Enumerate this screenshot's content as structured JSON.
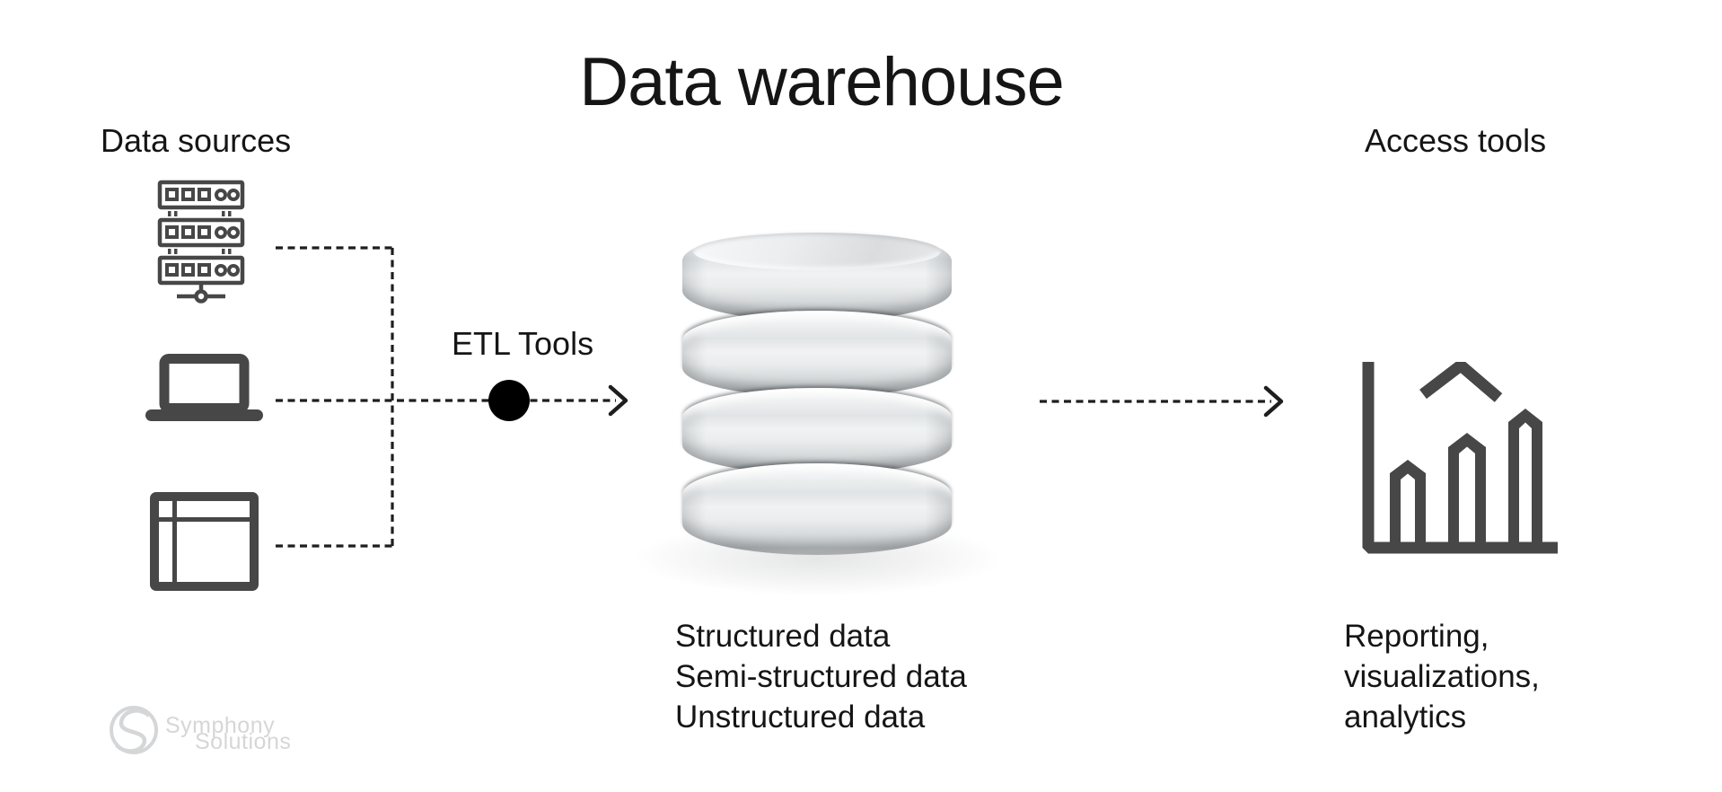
{
  "title": "Data warehouse",
  "sections": {
    "sources": {
      "label": "Data sources"
    },
    "etl": {
      "label": "ETL Tools"
    },
    "warehouse": {
      "lines": [
        "Structured data",
        "Semi-structured data",
        "Unstructured data"
      ]
    },
    "access": {
      "label": "Access tools",
      "lines": [
        "Reporting,",
        "visualizations,",
        "analytics"
      ]
    }
  },
  "flow": [
    "data-sources -> etl-tools",
    "etl-tools -> data-warehouse",
    "data-warehouse -> access-tools"
  ],
  "icons": {
    "server_stack": "server-stack-icon",
    "laptop": "laptop-icon",
    "data_table": "table-icon",
    "database": "database-cylinder-graphic",
    "bar_chart": "bar-chart-icon",
    "etl_dot": "etl-dot",
    "arrows": "dotted-arrow"
  },
  "logo": {
    "name": "Symphony Solutions",
    "line1": "Symphony",
    "line2": "Solutions"
  },
  "colors": {
    "text": "#151515",
    "icon": "#474747",
    "connector": "#1e1e1e",
    "dot": "#000000",
    "logo": "#d5d6d7",
    "background": "#ffffff"
  }
}
